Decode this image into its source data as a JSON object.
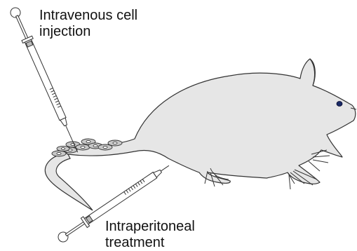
{
  "labels": {
    "intravenous_line1": "Intravenous cell",
    "intravenous_line2": "injection",
    "intraperitoneal_line1": "Intraperitoneal",
    "intraperitoneal_line2": "treatment"
  },
  "colors": {
    "mouse_fill": "#e6e6e6",
    "outline": "#333333",
    "syringe_fill": "#ffffff",
    "cell_fill": "#c8c8c8",
    "eye": "#1a2a66"
  },
  "icons": {
    "animal": "mouse-icon",
    "iv_syringe": "syringe-icon",
    "ip_syringe": "syringe-icon",
    "cells": "cell-icon"
  }
}
